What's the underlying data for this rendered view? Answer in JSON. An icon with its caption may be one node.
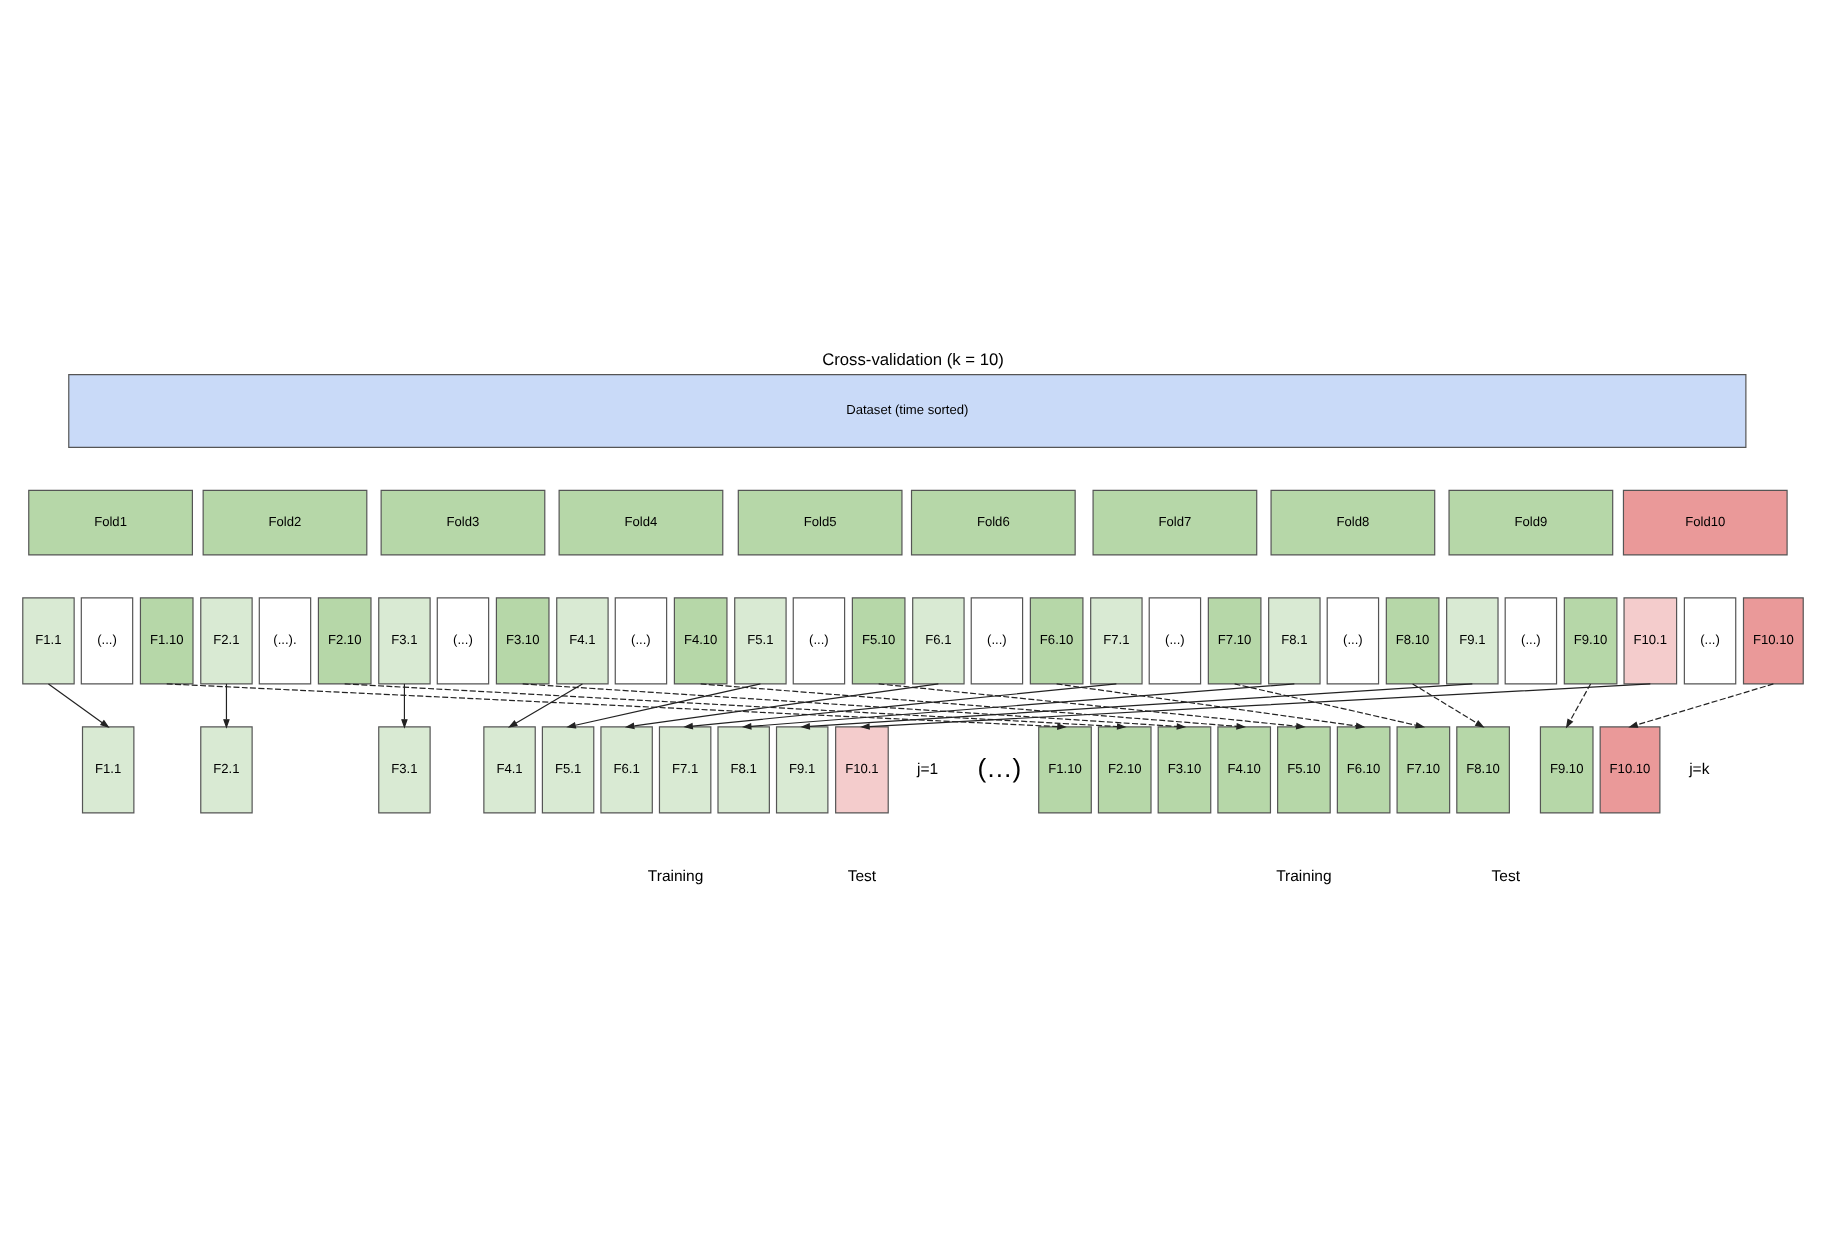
{
  "diagram": {
    "title": "Cross-validation (k = 10)",
    "nodes": [
      {
        "text": [
          "Dataset (time sorted)"
        ]
      },
      {
        "text": [
          "Fold1"
        ]
      },
      {
        "text": [
          "Fold2"
        ]
      },
      {
        "text": [
          "Fold3"
        ]
      },
      {
        "text": [
          "Fold4"
        ]
      },
      {
        "text": [
          "Fold5"
        ]
      },
      {
        "text": [
          "Fold6"
        ]
      },
      {
        "text": [
          "Fold7"
        ]
      },
      {
        "text": [
          "Fold8"
        ]
      },
      {
        "text": [
          "Fold9"
        ]
      },
      {
        "text": [
          "Fold10"
        ]
      },
      {
        "text": [
          "F1.1"
        ]
      },
      {
        "text": [
          "(...)"
        ]
      },
      {
        "text": [
          "F1.10"
        ]
      },
      {
        "text": [
          "F2.1"
        ]
      },
      {
        "text": [
          "(...)."
        ]
      },
      {
        "text": [
          "F2.10"
        ]
      },
      {
        "text": [
          "F3.1"
        ]
      },
      {
        "text": [
          "(...)"
        ]
      },
      {
        "text": [
          "F3.10"
        ]
      },
      {
        "text": [
          "F4.1"
        ]
      },
      {
        "text": [
          "(...)"
        ]
      },
      {
        "text": [
          "F4.10"
        ]
      },
      {
        "text": [
          "F5.1"
        ]
      },
      {
        "text": [
          "(...)"
        ]
      },
      {
        "text": [
          "F5.10"
        ]
      },
      {
        "text": [
          "F6.1"
        ]
      },
      {
        "text": [
          "(...)"
        ]
      },
      {
        "text": [
          "F6.10"
        ]
      },
      {
        "text": [
          "F7.1"
        ]
      },
      {
        "text": [
          "(...)"
        ]
      },
      {
        "text": [
          "F7.10"
        ]
      },
      {
        "text": [
          "F8.1"
        ]
      },
      {
        "text": [
          "(...)"
        ]
      },
      {
        "text": [
          "F8.10"
        ]
      },
      {
        "text": [
          "F9.1"
        ]
      },
      {
        "text": [
          "(...)"
        ]
      },
      {
        "text": [
          "F9.10"
        ]
      },
      {
        "text": [
          "F10.1"
        ]
      },
      {
        "text": [
          "(...)"
        ]
      },
      {
        "text": [
          "F10.10"
        ]
      },
      {
        "text": [
          "F1.1"
        ]
      },
      {
        "text": [
          "F2.1"
        ]
      },
      {
        "text": [
          "F3.1"
        ]
      },
      {
        "text": [
          "F4.1"
        ]
      },
      {
        "text": [
          "F5.1"
        ]
      },
      {
        "text": [
          "F6.1"
        ]
      },
      {
        "text": [
          "F7.1"
        ]
      },
      {
        "text": [
          "F8.1"
        ]
      },
      {
        "text": [
          "F9.1"
        ]
      },
      {
        "text": [
          "F10.1"
        ]
      },
      {
        "text": [
          "F1.10"
        ]
      },
      {
        "text": [
          "F2.10"
        ]
      },
      {
        "text": [
          "F3.10"
        ]
      },
      {
        "text": [
          "F4.10"
        ]
      },
      {
        "text": [
          "F5.10"
        ]
      },
      {
        "text": [
          "F6.10"
        ]
      },
      {
        "text": [
          "F7.10"
        ]
      },
      {
        "text": [
          "F8.10"
        ]
      },
      {
        "text": [
          "F9.10"
        ]
      },
      {
        "text": [
          "F10.10"
        ]
      }
    ],
    "edges": [
      {
        "from": 11,
        "to": 41,
        "arrow": "to"
      },
      {
        "from": 14,
        "to": 42,
        "arrow": "to"
      },
      {
        "from": 17,
        "to": 43,
        "arrow": "to"
      },
      {
        "from": 20,
        "to": 44,
        "arrow": "to"
      },
      {
        "from": 23,
        "to": 45,
        "arrow": "to"
      },
      {
        "from": 26,
        "to": 46,
        "arrow": "to"
      },
      {
        "from": 29,
        "to": 47,
        "arrow": "to"
      },
      {
        "from": 32,
        "to": 48,
        "arrow": "to"
      },
      {
        "from": 35,
        "to": 49,
        "arrow": "to"
      },
      {
        "from": 38,
        "to": 50,
        "arrow": "to"
      },
      {
        "from": 13,
        "to": 51,
        "arrow": "to",
        "style": "dashed"
      },
      {
        "from": 16,
        "to": 52,
        "arrow": "to",
        "style": "dashed"
      },
      {
        "from": 19,
        "to": 53,
        "arrow": "to",
        "style": "dashed"
      },
      {
        "from": 22,
        "to": 54,
        "arrow": "to",
        "style": "dashed"
      },
      {
        "from": 25,
        "to": 55,
        "arrow": "to",
        "style": "dashed"
      },
      {
        "from": 28,
        "to": 56,
        "arrow": "to",
        "style": "dashed"
      },
      {
        "from": 31,
        "to": 57,
        "arrow": "to",
        "style": "dashed"
      },
      {
        "from": 34,
        "to": 58,
        "arrow": "to",
        "style": "dashed"
      },
      {
        "from": 37,
        "to": 59,
        "arrow": "to",
        "style": "dashed"
      },
      {
        "from": 40,
        "to": 60,
        "arrow": "to",
        "style": "dashed"
      }
    ],
    "labels": [
      "j=1",
      "(…)",
      "j=k",
      "Training",
      "Test",
      "Training",
      "Test"
    ]
  }
}
